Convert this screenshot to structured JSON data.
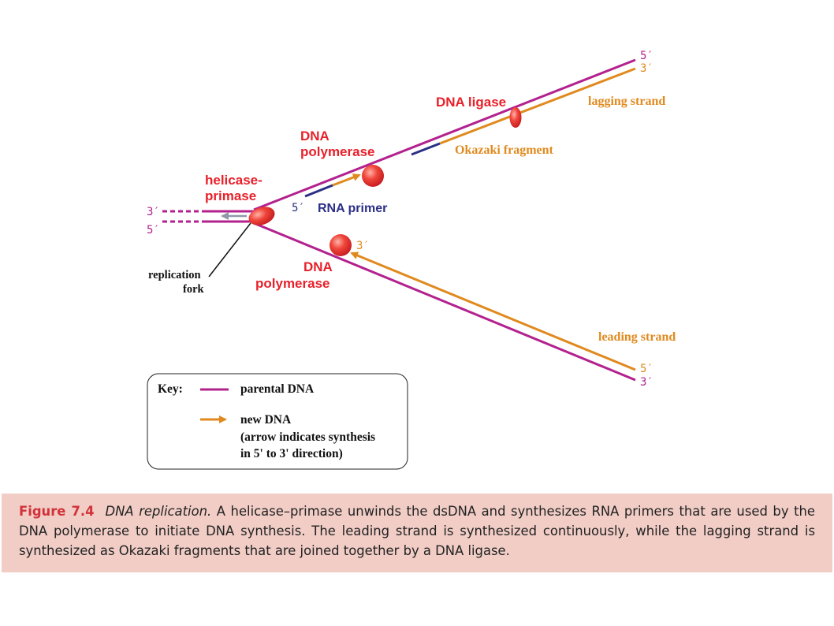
{
  "labels": {
    "dna_ligase": "DNA ligase",
    "dna_polymerase_top_1": "DNA",
    "dna_polymerase_top_2": "polymerase",
    "dna_polymerase_bottom_1": "DNA",
    "dna_polymerase_bottom_2": "polymerase",
    "helicase_1": "helicase-",
    "helicase_2": "primase",
    "rna_primer": "RNA primer",
    "lagging_strand": "lagging strand",
    "okazaki_fragment": "Okazaki fragment",
    "leading_strand": "leading strand",
    "replication_fork_1": "replication",
    "replication_fork_2": "fork"
  },
  "ends": {
    "left_top": "3′",
    "left_bottom": "5′",
    "top_right_magenta": "5′",
    "top_right_orange": "3′",
    "bottom_right_orange": "5′",
    "bottom_right_magenta": "3′",
    "rna_primer_5": "5′",
    "leading_3": "3′"
  },
  "key": {
    "title": "Key:",
    "parental": "parental DNA",
    "new_line1": "new DNA",
    "new_line2": "(arrow indicates synthesis",
    "new_line3": "in 5' to 3' direction)"
  },
  "caption": {
    "figure_number": "Figure 7.4",
    "title": "DNA replication.",
    "body": " A helicase–primase unwinds the dsDNA and synthesizes RNA primers that are used by the DNA polymerase to initiate DNA synthesis. The leading strand is synthesized continuously, while the lagging strand is synthesized as Okazaki fragments that are joined together by a DNA ligase."
  },
  "colors": {
    "parental": "#b3218e",
    "new_dna": "#e08a1e",
    "rna_primer": "#2b2f86",
    "labels_red": "#e8202a",
    "caption_bg": "#f1cdc6",
    "caption_fig": "#d2323a"
  }
}
